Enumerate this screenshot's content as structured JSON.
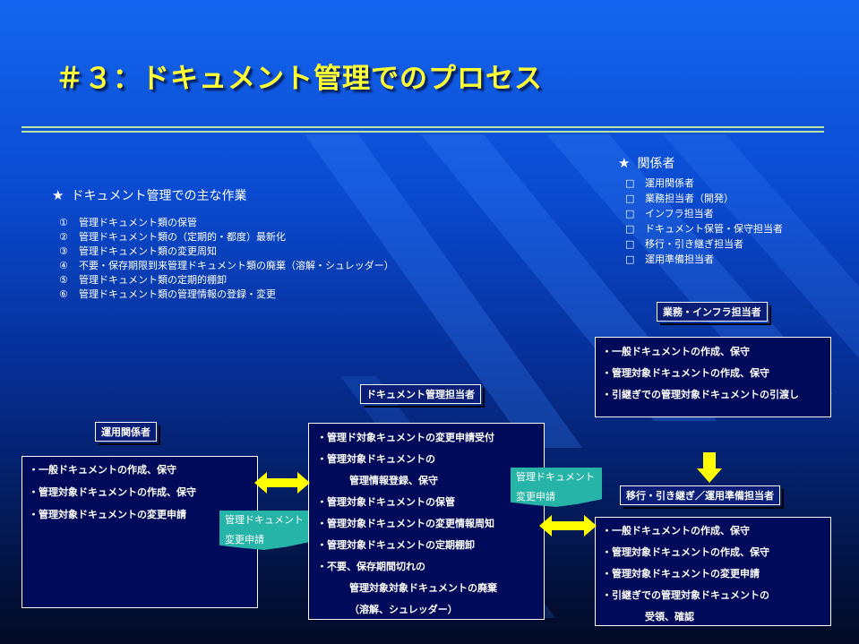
{
  "title": "＃３：ドキュメント管理でのプロセス",
  "tasks": {
    "heading": "ドキュメント管理での主な作業",
    "items": [
      {
        "marker": "①",
        "text": "管理ドキュメント類の保管"
      },
      {
        "marker": "②",
        "text": "管理ドキュメント類の（定期的・都度）最新化"
      },
      {
        "marker": "③",
        "text": "管理ドキュメント類の変更周知"
      },
      {
        "marker": "④",
        "text": "不要・保存期限到来管理ドキュメント類の廃棄（溶解・シュレッダー）"
      },
      {
        "marker": "⑤",
        "text": "管理ドキュメント類の定期的棚卸"
      },
      {
        "marker": "⑥",
        "text": "管理ドキュメント類の管理情報の登録・変更"
      }
    ]
  },
  "stakeholders": {
    "heading": "関係者",
    "items": [
      {
        "marker": "□",
        "text": "運用関係者"
      },
      {
        "marker": "□",
        "text": "業務担当者（開発）"
      },
      {
        "marker": "□",
        "text": "インフラ担当者"
      },
      {
        "marker": "□",
        "text": "ドキュメント保管・保守担当者"
      },
      {
        "marker": "□",
        "text": "移行・引き継ぎ担当者"
      },
      {
        "marker": "□",
        "text": "運用準備担当者"
      }
    ]
  },
  "roles": {
    "ops": {
      "label": "運用関係者",
      "lines": [
        "・一般ドキュメントの作成、保守",
        "・管理対象ドキュメントの作成、保守",
        "・管理対象ドキュメントの変更申請"
      ],
      "note": [
        "管理ドキュメント",
        "変更申請"
      ]
    },
    "doc": {
      "label": "ドキュメント管理担当者",
      "lines": [
        "・管理ド対象キュメントの変更申請受付",
        "・管理対象ドキュメントの",
        "管理情報登録、保守",
        "・管理対象ドキュメントの保管",
        "・管理対象ドキュメントの変更情報周知",
        "・管理対象ドキュメントの定期棚卸",
        "・不要、保存期間切れの",
        "管理対象対象ドキュメントの廃棄",
        "（溶解、シュレッダー）"
      ],
      "note": [
        "管理ドキュメント",
        "変更申請"
      ]
    },
    "infra": {
      "label": "業務・インフラ担当者",
      "lines": [
        "・一般ドキュメントの作成、保守",
        "・管理対象ドキュメントの作成、保守",
        "・引継ぎでの管理対象ドキュメントの引渡し"
      ]
    },
    "migration": {
      "label": "移行・引き継ぎ／運用準備担当者",
      "lines": [
        "・一般ドキュメントの作成、保守",
        "・管理対象ドキュメントの作成、保守",
        "・管理対象ドキュメントの変更申請",
        "・引継ぎでの管理対象ドキュメントの",
        "受領、確認"
      ]
    }
  },
  "colors": {
    "title": "#ffff33",
    "arrow": "#ffff00",
    "note": "#26b4a8",
    "rule": "#b8e6a0"
  }
}
